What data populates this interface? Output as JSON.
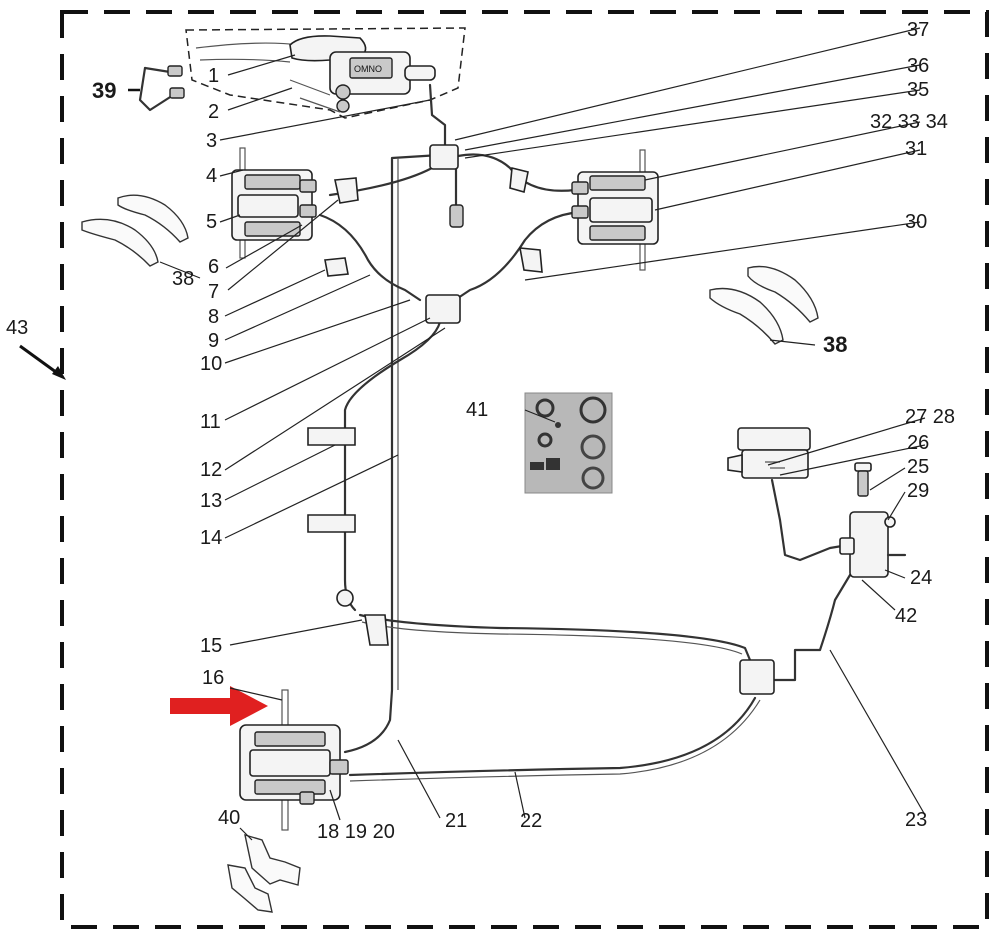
{
  "colors": {
    "arrow": "#e02020",
    "line": "#333333",
    "border": "#111111",
    "kit_bg": "#b8b8b8"
  },
  "labels": {
    "l1": "1",
    "l2": "2",
    "l3": "3",
    "l4": "4",
    "l5": "5",
    "l6": "6",
    "l7": "7",
    "l8": "8",
    "l9": "9",
    "l10": "10",
    "l11": "11",
    "l12": "12",
    "l13": "13",
    "l14": "14",
    "l15": "15",
    "l16": "16",
    "l18_20": "18 19 20",
    "l21": "21",
    "l22": "22",
    "l23": "23",
    "l24": "24",
    "l25": "25",
    "l26": "26",
    "l27_28": "27 28",
    "l29": "29",
    "l30": "30",
    "l31": "31",
    "l32_34": "32 33 34",
    "l35": "35",
    "l36": "36",
    "l37": "37",
    "l38a": "38",
    "l38b": "38",
    "l39": "39",
    "l40": "40",
    "l41": "41",
    "l42": "42",
    "l43": "43"
  },
  "master_cylinder_text": "OMNO"
}
